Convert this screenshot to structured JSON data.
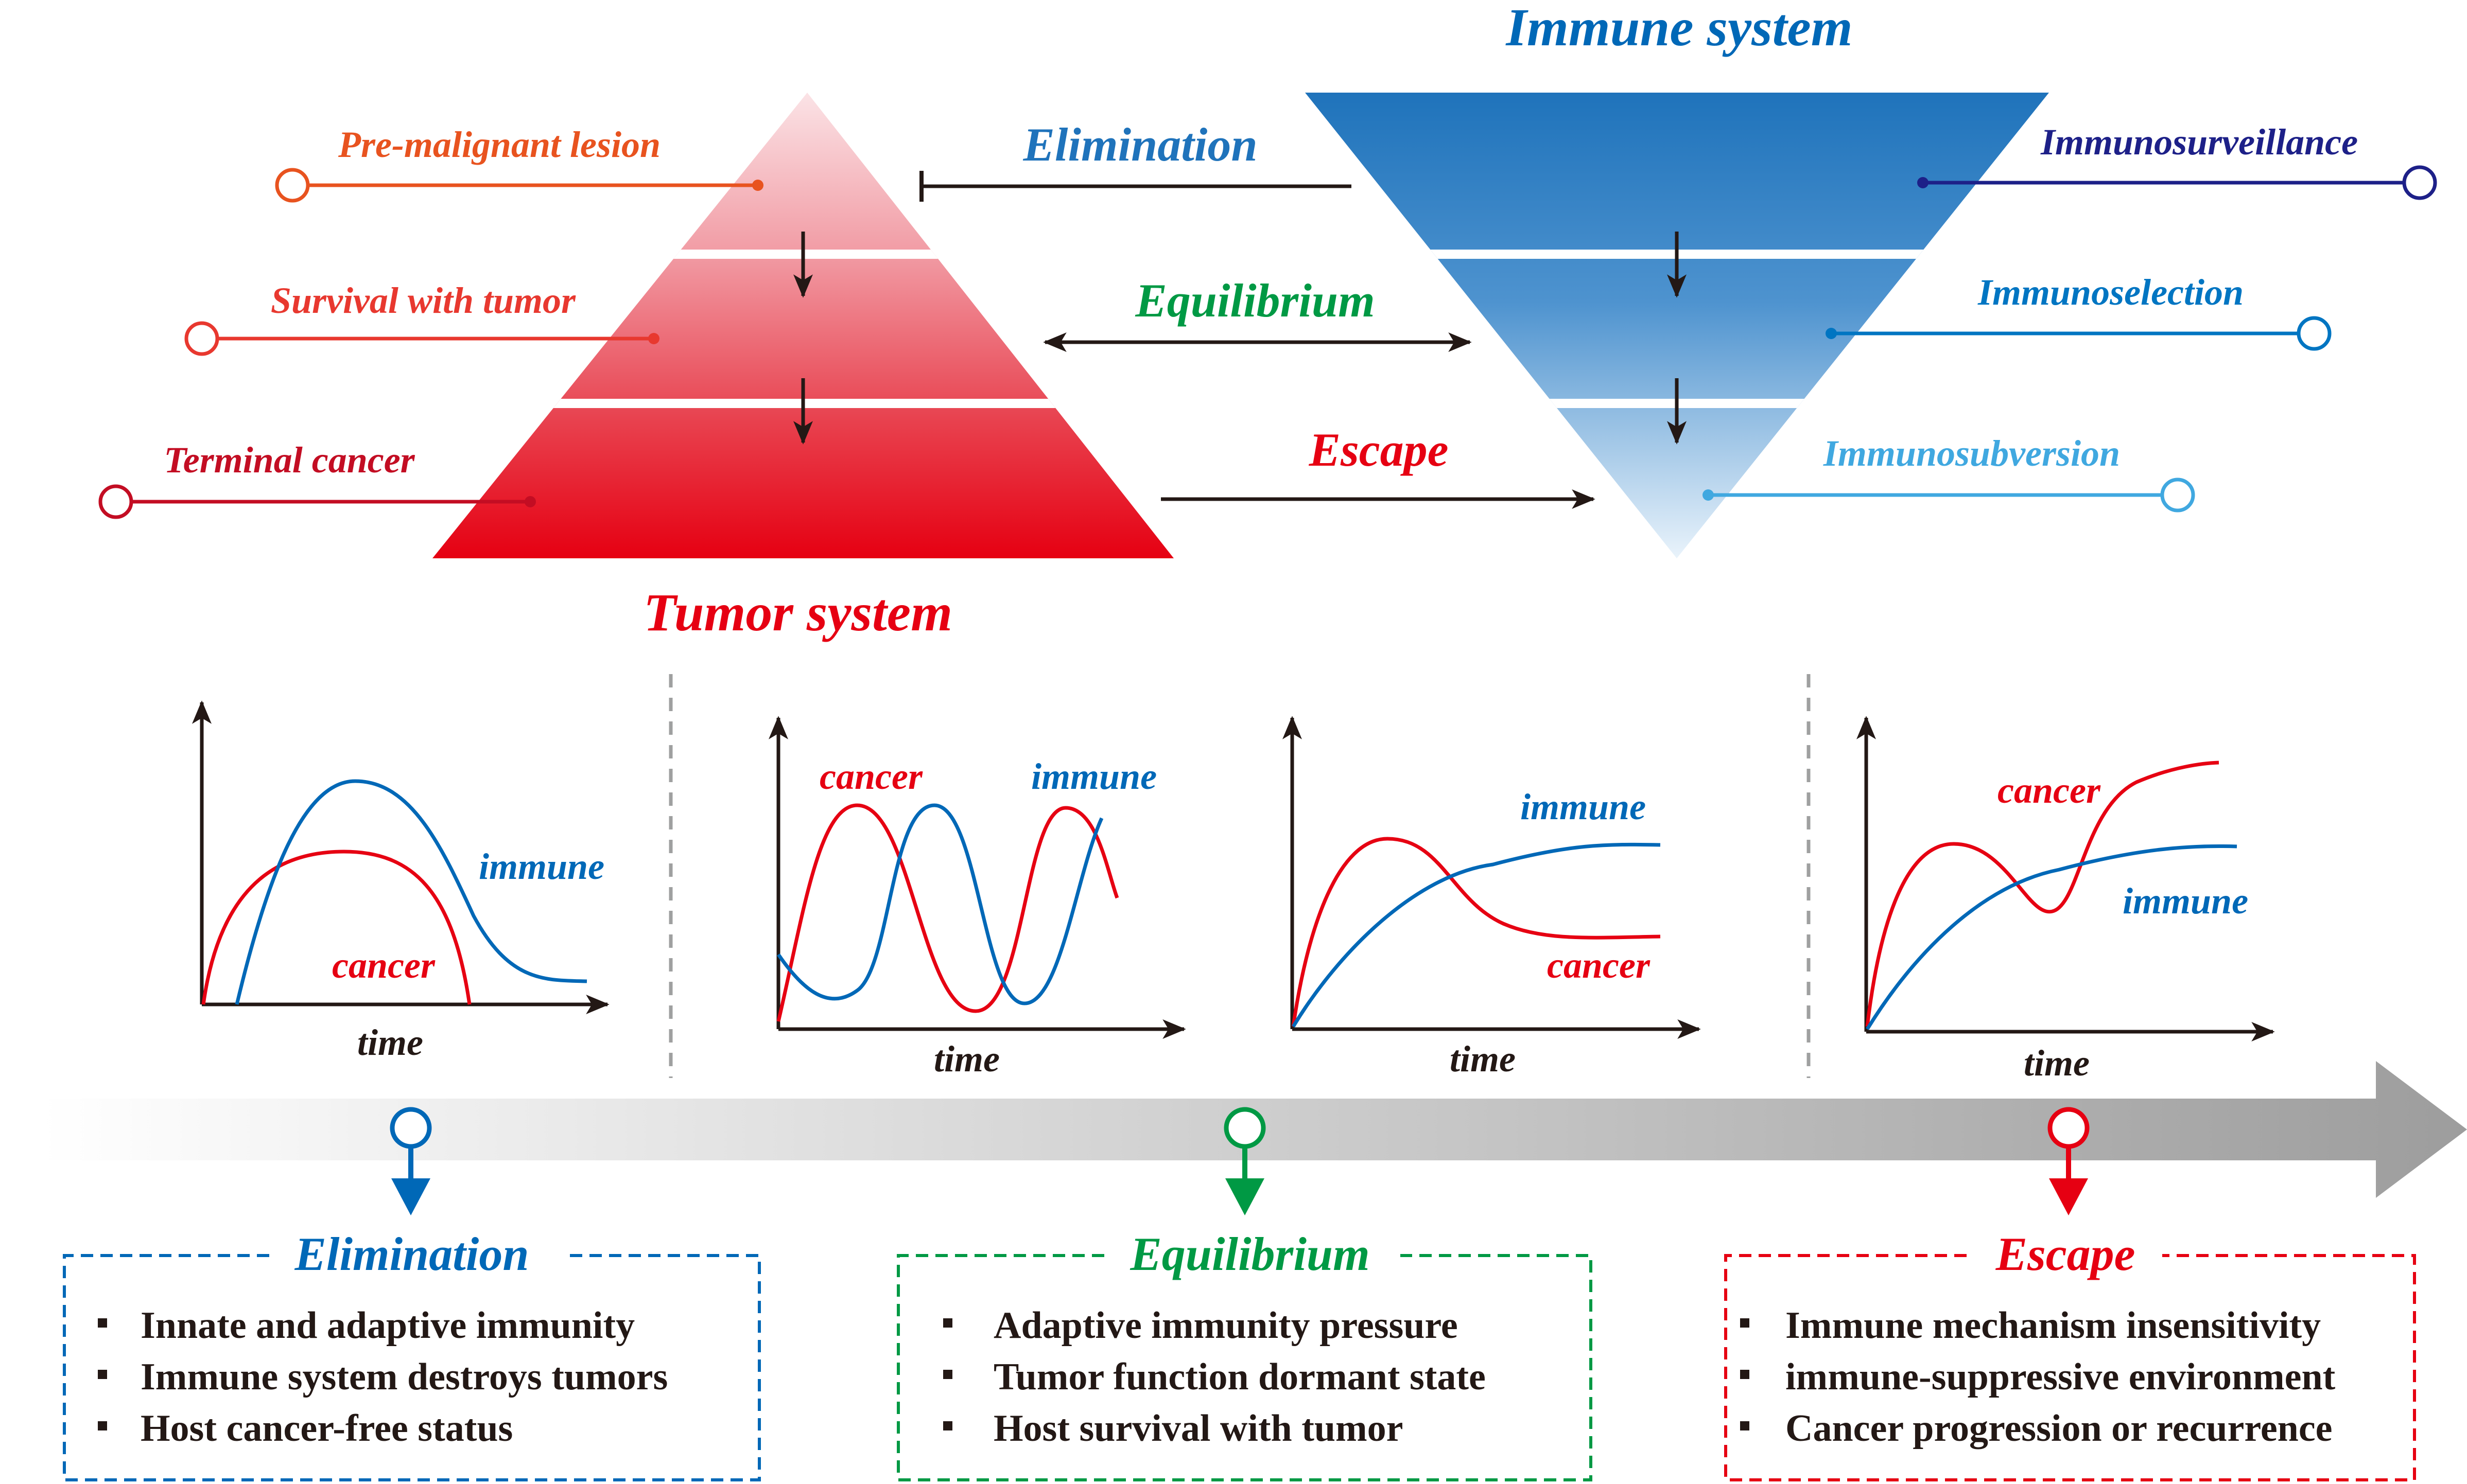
{
  "colors": {
    "tumor_red": "#e60012",
    "immune_blue": "#0068b7",
    "equilibrium_green": "#009944",
    "premalignant_orange": "#e8531f",
    "survival_red": "#e8382f",
    "terminal_crimson": "#c30d23",
    "surveillance_navy": "#1d2088",
    "selection_blue": "#0075c2",
    "subversion_lightblue": "#40a8e0",
    "black": "#231815"
  },
  "top": {
    "immune_system_title": "Immune system",
    "tumor_system_title": "Tumor system",
    "tumor_stages": [
      "Pre-malignant lesion",
      "Survival with tumor",
      "Terminal cancer"
    ],
    "immune_stages": [
      "Immunosurveillance",
      "Immunoselection",
      "Immunosubversion"
    ],
    "interactions": [
      "Elimination",
      "Equilibrium",
      "Escape"
    ]
  },
  "graphs": {
    "cancer_label": "cancer",
    "immune_label": "immune",
    "time_label": "time"
  },
  "phases": [
    {
      "title": "Elimination",
      "color": "#0068b7",
      "items": [
        "Innate and adaptive immunity",
        "Immune system destroys tumors",
        "Host cancer-free status"
      ]
    },
    {
      "title": "Equilibrium",
      "color": "#009944",
      "items": [
        "Adaptive immunity pressure",
        "Tumor function dormant state",
        "Host survival with tumor"
      ]
    },
    {
      "title": "Escape",
      "color": "#e60012",
      "items": [
        "Immune mechanism insensitivity",
        "immune-suppressive environment",
        "Cancer progression or recurrence"
      ]
    }
  ]
}
